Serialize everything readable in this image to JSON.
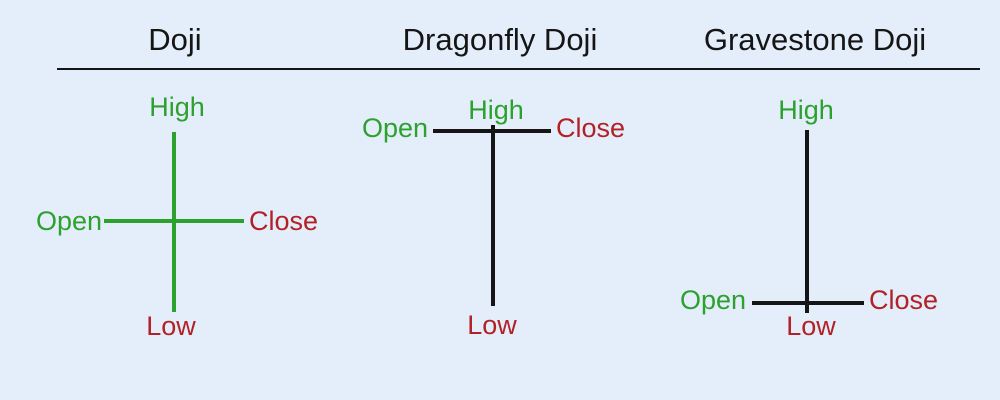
{
  "colors": {
    "background": "#e4eefa",
    "ink": "#151515",
    "bullish_green": "#2da12e",
    "bearish_red": "#b22126"
  },
  "patterns": [
    {
      "title": "Doji",
      "high": "High",
      "low": "Low",
      "open": "Open",
      "close": "Close"
    },
    {
      "title": "Dragonfly Doji",
      "high": "High",
      "low": "Low",
      "open": "Open",
      "close": "Close"
    },
    {
      "title": "Gravestone Doji",
      "high": "High",
      "low": "Low",
      "open": "Open",
      "close": "Close"
    }
  ]
}
